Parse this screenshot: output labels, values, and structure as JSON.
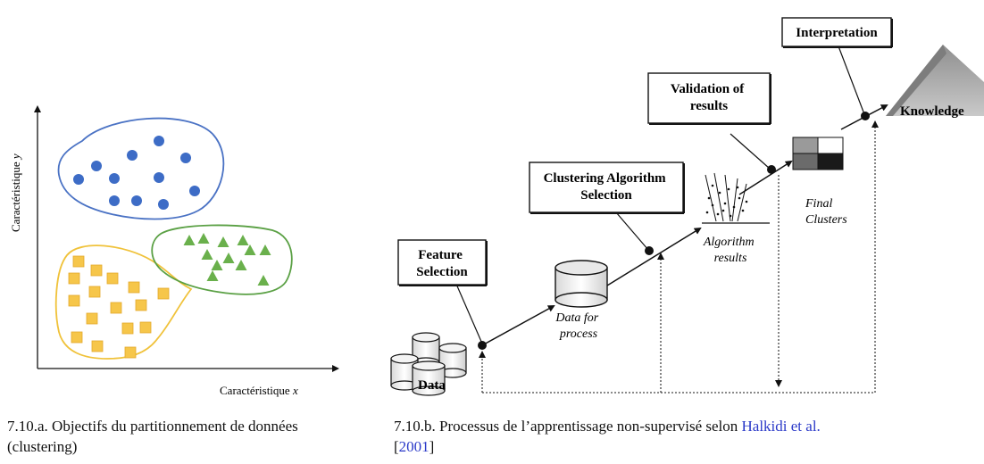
{
  "left_panel": {
    "x_axis_label_text": "Caractéristique",
    "x_axis_label_var": "x",
    "y_axis_label_text": "Caractéristique",
    "y_axis_label_var": "y",
    "cluster_colors": {
      "blue": "#3d6cc6",
      "yellow": "#f6c64a",
      "green": "#6ab04c",
      "blue_outline": "#4a72c4",
      "yellow_outline": "#f0c23a",
      "green_outline": "#5aa044"
    },
    "caption": "7.10.a. Objectifs du partitionnement de données (clustering)"
  },
  "right_panel": {
    "boxes": {
      "feature_selection": [
        "Feature",
        "Selection"
      ],
      "clustering_algorithm": [
        "Clustering Algorithm",
        "Selection"
      ],
      "validation": [
        "Validation of",
        "results"
      ],
      "interpretation": "Interpretation"
    },
    "labels": {
      "data": "Data",
      "data_for_process": [
        "Data for",
        "process"
      ],
      "algorithm_results": [
        "Algorithm",
        "results"
      ],
      "final_clusters": [
        "Final",
        "Clusters"
      ],
      "knowledge": "Knowledge"
    },
    "caption_text": "7.10.b. Processus de l’apprentissage non-supervisé selon",
    "caption_cite": "Halkidi et al.",
    "caption_year": "2001",
    "caption_open": "[",
    "caption_close": "]"
  }
}
